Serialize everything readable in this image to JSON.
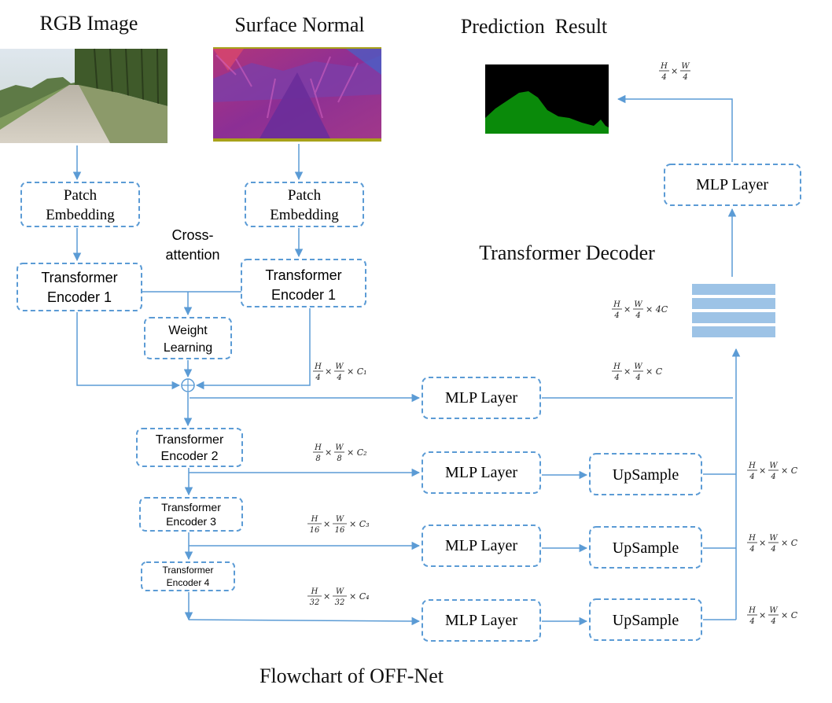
{
  "titles": {
    "rgb": "RGB Image",
    "normal": "Surface Normal",
    "prediction": "Prediction  Result",
    "decoder": "Transformer Decoder",
    "caption": "Flowchart of OFF-Net"
  },
  "boxes": {
    "patch_left": [
      "Patch",
      "Embedding"
    ],
    "patch_right": [
      "Patch",
      "Embedding"
    ],
    "enc1_left": [
      "Transformer",
      "Encoder 1"
    ],
    "enc1_right": [
      "Transformer",
      "Encoder 1"
    ],
    "cross_attention": [
      "Cross-",
      "attention"
    ],
    "weight": [
      "Weight",
      "Learning"
    ],
    "enc2": [
      "Transformer",
      "Encoder 2"
    ],
    "enc3": [
      "Transformer",
      "Encoder 3"
    ],
    "enc4": [
      "Transformer",
      "Encoder 4"
    ],
    "mlp1": "MLP Layer",
    "mlp2": "MLP Layer",
    "mlp3": "MLP Layer",
    "mlp4": "MLP Layer",
    "mlp_top": "MLP Layer",
    "up2": "UpSample",
    "up3": "UpSample",
    "up4": "UpSample"
  },
  "dims": {
    "c1": {
      "num_h": "H",
      "den_h": "4",
      "num_w": "W",
      "den_w": "4",
      "ch": "× C₁"
    },
    "c2": {
      "num_h": "H",
      "den_h": "8",
      "num_w": "W",
      "den_w": "8",
      "ch": "× C₂"
    },
    "c3": {
      "num_h": "H",
      "den_h": "16",
      "num_w": "W",
      "den_w": "16",
      "ch": "× C₃"
    },
    "c4": {
      "num_h": "H",
      "den_h": "32",
      "num_w": "W",
      "den_w": "32",
      "ch": "× C₄"
    },
    "mlp1_out": {
      "num_h": "H",
      "den_h": "4",
      "num_w": "W",
      "den_w": "4",
      "ch": "× C"
    },
    "up2_out": {
      "num_h": "H",
      "den_h": "4",
      "num_w": "W",
      "den_w": "4",
      "ch": "× C"
    },
    "up3_out": {
      "num_h": "H",
      "den_h": "4",
      "num_w": "W",
      "den_w": "4",
      "ch": "× C"
    },
    "up4_out": {
      "num_h": "H",
      "den_h": "4",
      "num_w": "W",
      "den_w": "4",
      "ch": "× C"
    },
    "concat": {
      "num_h": "H",
      "den_h": "4",
      "num_w": "W",
      "den_w": "4",
      "ch": "× 4C"
    },
    "output": {
      "num_h": "H",
      "den_h": "4",
      "num_w": "W",
      "den_w": "4",
      "ch": ""
    }
  },
  "colors": {
    "accent": "#5b9bd5",
    "concat_fill": "#9dc3e6",
    "prediction_bg": "#000000",
    "prediction_road": "#0a8a0a"
  }
}
